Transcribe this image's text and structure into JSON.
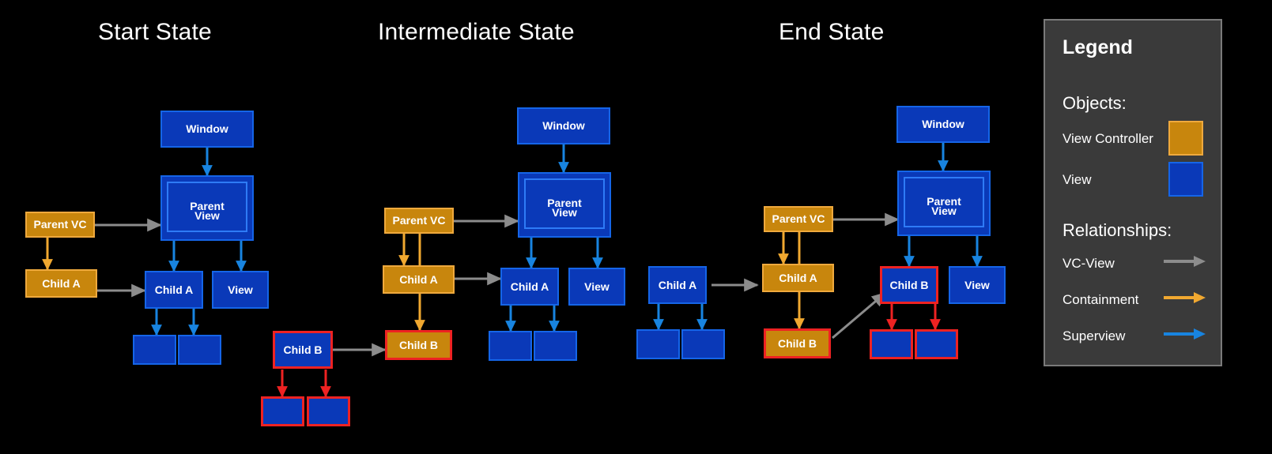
{
  "titles": {
    "start": "Start State",
    "intermediate": "Intermediate State",
    "end": "End State"
  },
  "labels": {
    "window": "Window",
    "parent_view": "Parent\nView",
    "parent_view_line1": "Parent",
    "parent_view_line2": "View",
    "parent_vc": "Parent VC",
    "child_a": "Child A",
    "child_b": "Child B",
    "view": "View",
    "blank": ""
  },
  "legend": {
    "title": "Legend",
    "objects_heading": "Objects:",
    "objects": [
      {
        "label": "View Controller",
        "swatch": "vc-orange",
        "color": "#C8860D"
      },
      {
        "label": "View",
        "swatch": "blue",
        "color": "#0A39B8"
      }
    ],
    "relationships_heading": "Relationships:",
    "relationships": [
      {
        "label": "VC-View",
        "color": "#8C8C8C",
        "arrow": "arrow-right-icon"
      },
      {
        "label": "Containment",
        "color": "#F0A830",
        "arrow": "arrow-right-icon"
      },
      {
        "label": "Superview",
        "color": "#1884E0",
        "arrow": "arrow-right-icon"
      }
    ]
  },
  "colors": {
    "background": "#000000",
    "view_fill": "#0A39B8",
    "view_border": "#1565E8",
    "vc_fill": "#C8860D",
    "vc_border": "#EFA93D",
    "highlight_border": "#EE2222",
    "vc_view_arrow": "#8C8C8C",
    "containment_arrow": "#F0A830",
    "superview_arrow": "#1884E0",
    "legend_panel": "#3A3A3A",
    "legend_border": "#7A7A7A",
    "text": "#FFFFFF"
  },
  "chart_data": {
    "type": "diagram",
    "title": "View controller containment state transition",
    "panels": [
      {
        "name": "Start State",
        "vc_nodes": [
          "Parent VC",
          "Child A"
        ],
        "view_nodes": [
          "Window",
          "Parent View",
          "Child A",
          "View",
          "",
          ""
        ],
        "detached_nodes": [
          "Child B",
          "",
          ""
        ],
        "vc_view_links": [
          [
            "Parent VC",
            "Parent View"
          ],
          [
            "Child A",
            "Child A view"
          ]
        ],
        "containment_links": [
          [
            "Parent VC",
            "Child A"
          ]
        ],
        "superview_links": [
          [
            "Window",
            "Parent View"
          ],
          [
            "Parent View",
            "Child A view"
          ],
          [
            "Parent View",
            "View"
          ],
          [
            "Child A view",
            "blank-1"
          ],
          [
            "Child A view",
            "blank-2"
          ],
          [
            "Child B view",
            "blank-b1"
          ],
          [
            "Child B view",
            "blank-b2"
          ]
        ]
      },
      {
        "name": "Intermediate State",
        "vc_nodes": [
          "Parent VC",
          "Child A",
          "Child B"
        ],
        "view_nodes": [
          "Window",
          "Parent View",
          "Child A",
          "View",
          "",
          ""
        ],
        "detached_nodes": [],
        "vc_view_links": [
          [
            "Parent VC",
            "Parent View"
          ],
          [
            "Child A",
            "Child A view"
          ],
          [
            "Child B vc",
            "Child B"
          ]
        ],
        "containment_links": [
          [
            "Parent VC",
            "Child A"
          ],
          [
            "Parent VC",
            "Child B"
          ]
        ],
        "superview_links": [
          [
            "Window",
            "Parent View"
          ],
          [
            "Parent View",
            "Child A view"
          ],
          [
            "Parent View",
            "View"
          ],
          [
            "Child A view",
            "blank-1"
          ],
          [
            "Child A view",
            "blank-2"
          ]
        ]
      },
      {
        "name": "End State",
        "vc_nodes": [
          "Parent VC",
          "Child A",
          "Child B"
        ],
        "view_nodes": [
          "Window",
          "Parent View",
          "Child A",
          "Child B",
          "View"
        ],
        "detached_nodes": [],
        "vc_view_links": [
          [
            "Parent VC",
            "Parent View"
          ],
          [
            "Child A",
            "Child A view"
          ],
          [
            "Child B",
            "Child B view"
          ]
        ],
        "containment_links": [
          [
            "Parent VC",
            "Child A"
          ],
          [
            "Parent VC",
            "Child B"
          ]
        ],
        "superview_links": [
          [
            "Window",
            "Parent View"
          ],
          [
            "Parent View",
            "Child B view"
          ],
          [
            "Parent View",
            "View"
          ],
          [
            "Child A view",
            "blank-1"
          ],
          [
            "Child A view",
            "blank-2"
          ],
          [
            "Child B view",
            "blank-b1"
          ],
          [
            "Child B view",
            "blank-b2"
          ]
        ]
      }
    ]
  }
}
